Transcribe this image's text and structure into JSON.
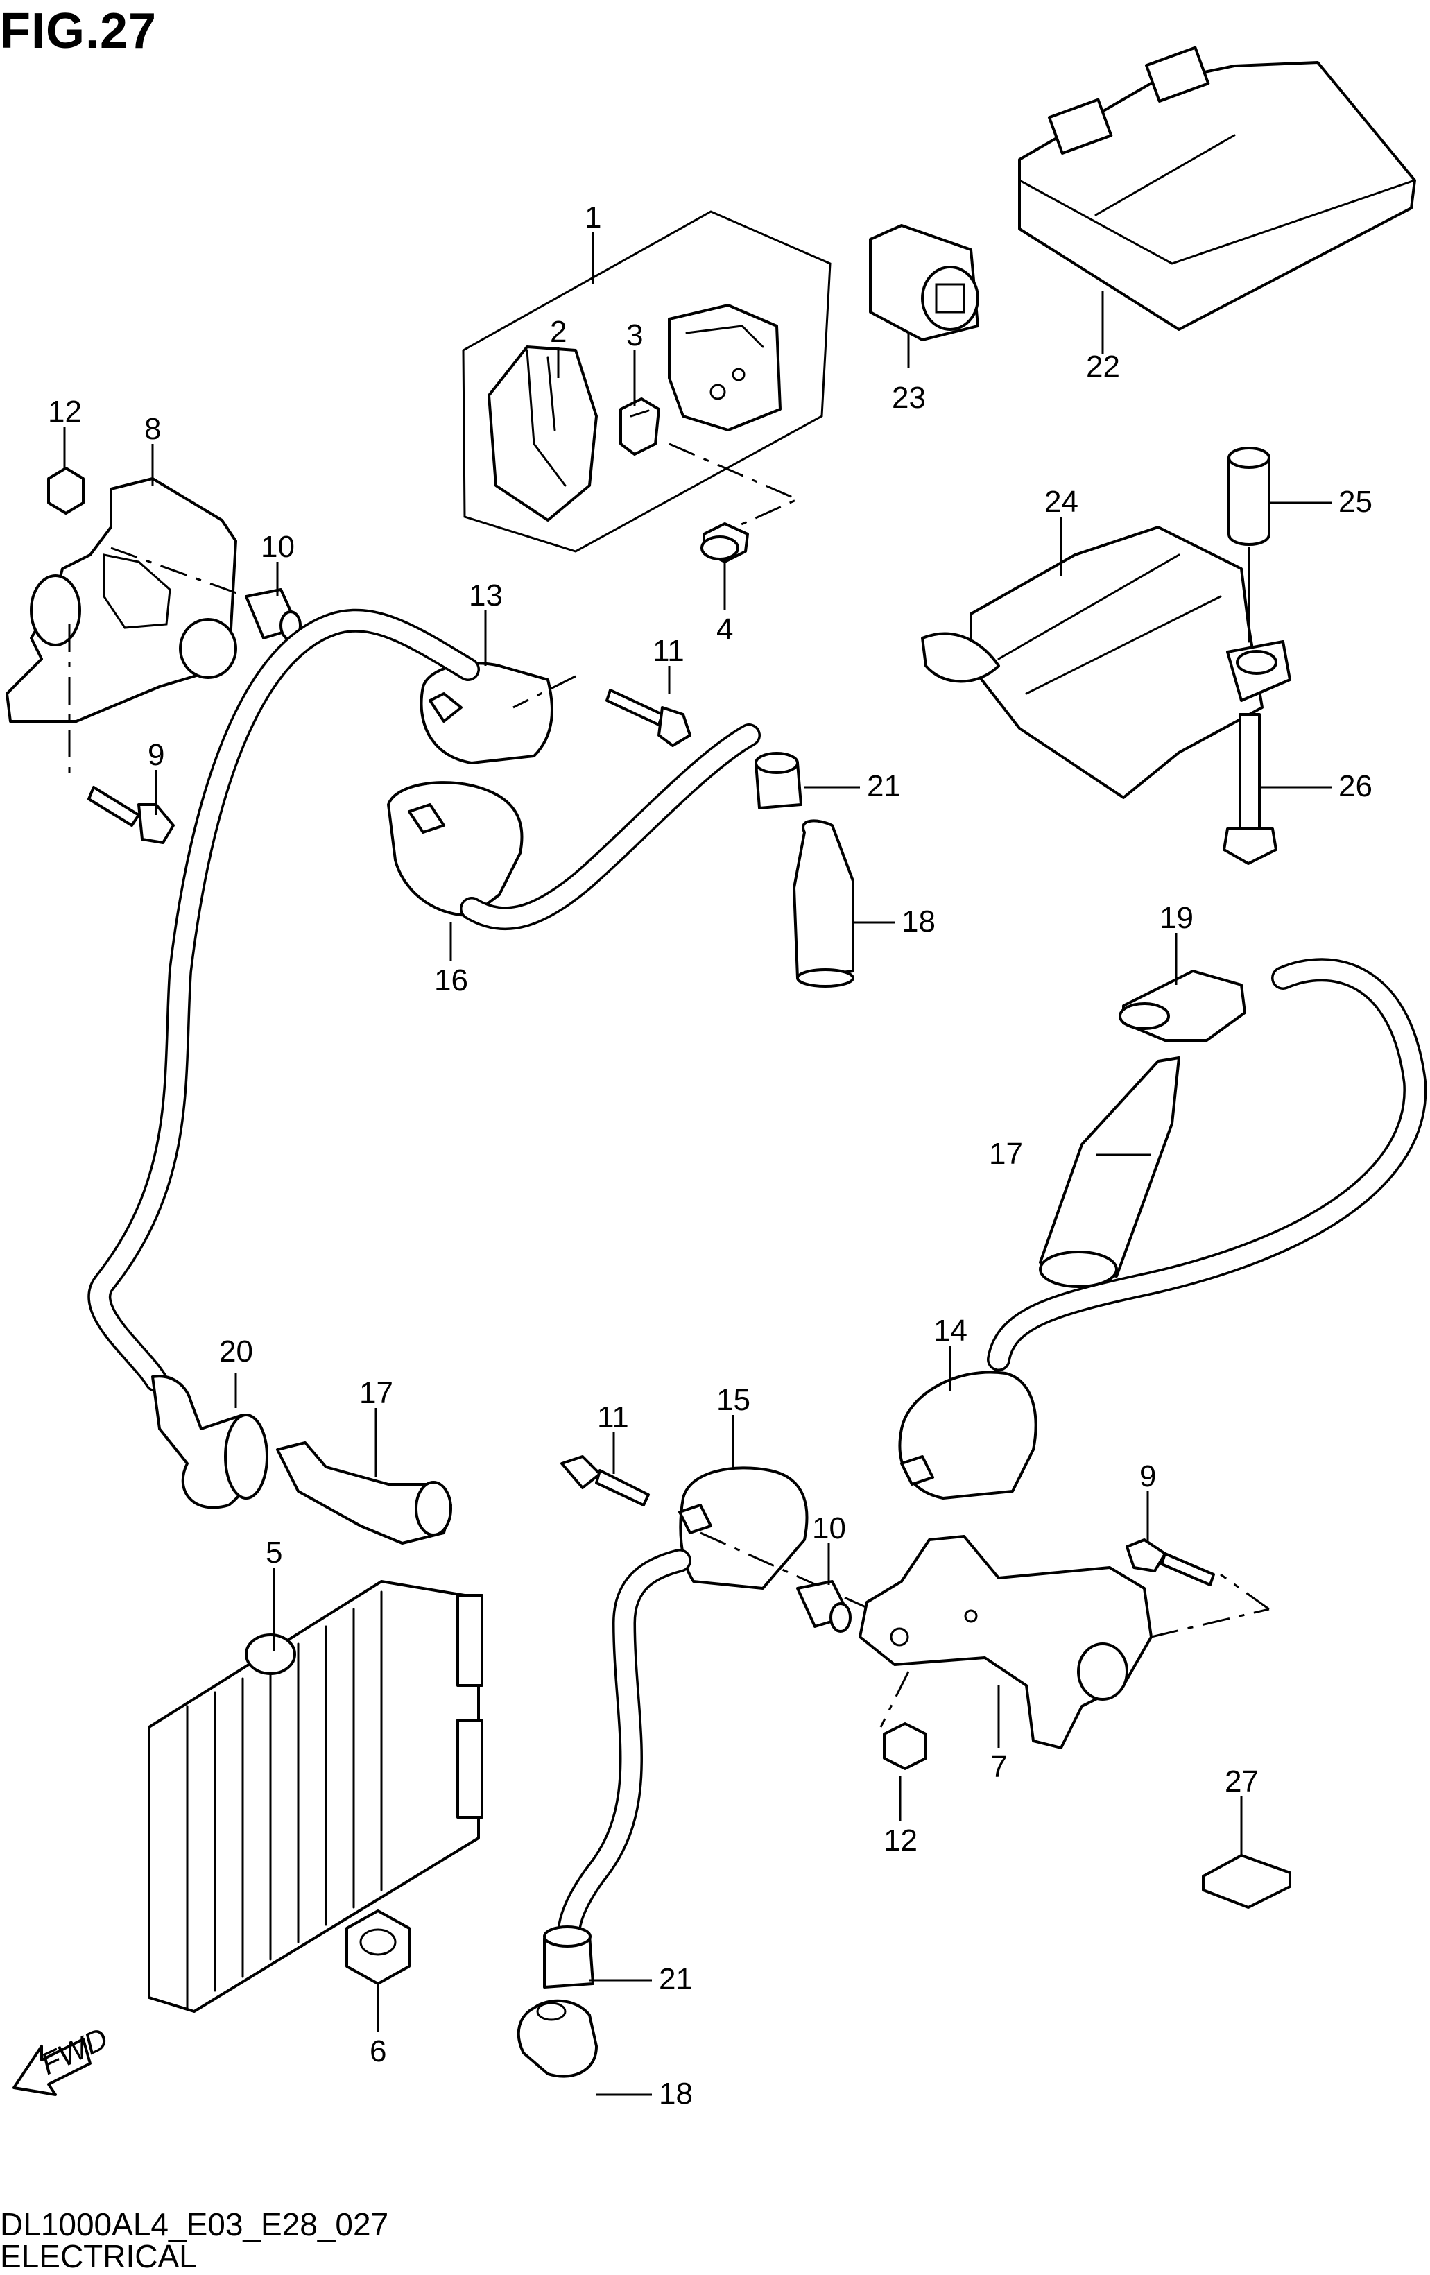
{
  "title": "FIG.27",
  "footer": {
    "code": "DL1000AL4_E03_E28_027",
    "name": "ELECTRICAL"
  },
  "fwd_badge": "FWD",
  "callouts": [
    {
      "id": "c1",
      "text": "1"
    },
    {
      "id": "c2",
      "text": "2"
    },
    {
      "id": "c3",
      "text": "3"
    },
    {
      "id": "c4",
      "text": "4"
    },
    {
      "id": "c5",
      "text": "5"
    },
    {
      "id": "c6",
      "text": "6"
    },
    {
      "id": "c7",
      "text": "7"
    },
    {
      "id": "c8",
      "text": "8"
    },
    {
      "id": "c9a",
      "text": "9"
    },
    {
      "id": "c9b",
      "text": "9"
    },
    {
      "id": "c10a",
      "text": "10"
    },
    {
      "id": "c10b",
      "text": "10"
    },
    {
      "id": "c11a",
      "text": "11"
    },
    {
      "id": "c11b",
      "text": "11"
    },
    {
      "id": "c12a",
      "text": "12"
    },
    {
      "id": "c12b",
      "text": "12"
    },
    {
      "id": "c13",
      "text": "13"
    },
    {
      "id": "c14",
      "text": "14"
    },
    {
      "id": "c15",
      "text": "15"
    },
    {
      "id": "c16",
      "text": "16"
    },
    {
      "id": "c17a",
      "text": "17"
    },
    {
      "id": "c17b",
      "text": "17"
    },
    {
      "id": "c18a",
      "text": "18"
    },
    {
      "id": "c18b",
      "text": "18"
    },
    {
      "id": "c19",
      "text": "19"
    },
    {
      "id": "c20",
      "text": "20"
    },
    {
      "id": "c21a",
      "text": "21"
    },
    {
      "id": "c21b",
      "text": "21"
    },
    {
      "id": "c22",
      "text": "22"
    },
    {
      "id": "c23",
      "text": "23"
    },
    {
      "id": "c24",
      "text": "24"
    },
    {
      "id": "c25",
      "text": "25"
    },
    {
      "id": "c26",
      "text": "26"
    },
    {
      "id": "c27",
      "text": "27"
    }
  ]
}
